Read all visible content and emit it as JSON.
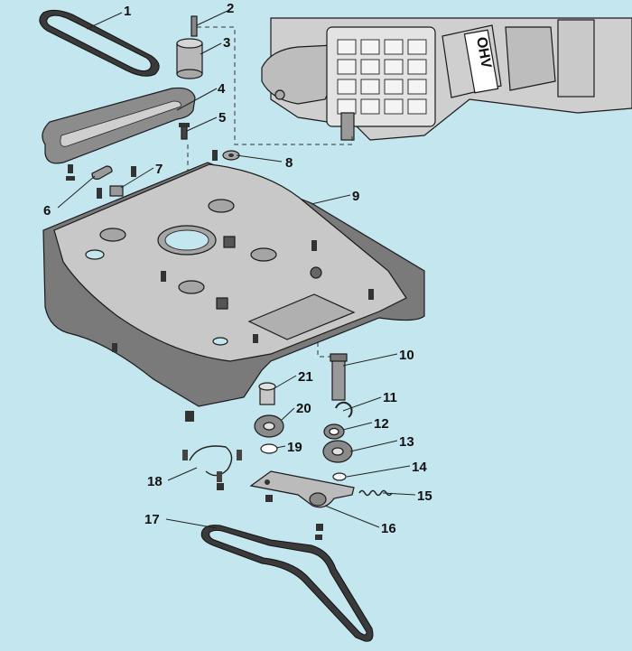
{
  "diagram": {
    "badge_text": "OHV",
    "labels": [
      "1",
      "2",
      "3",
      "4",
      "5",
      "6",
      "7",
      "8",
      "9",
      "10",
      "11",
      "12",
      "13",
      "14",
      "15",
      "16",
      "17",
      "18",
      "19",
      "20",
      "21"
    ]
  },
  "colors": {
    "background": "#c4e6ef",
    "deck_top": "#c8c8c8",
    "deck_side": "#7a7a7a",
    "engine": "#d5d5d5",
    "line": "#1a1a1a"
  }
}
